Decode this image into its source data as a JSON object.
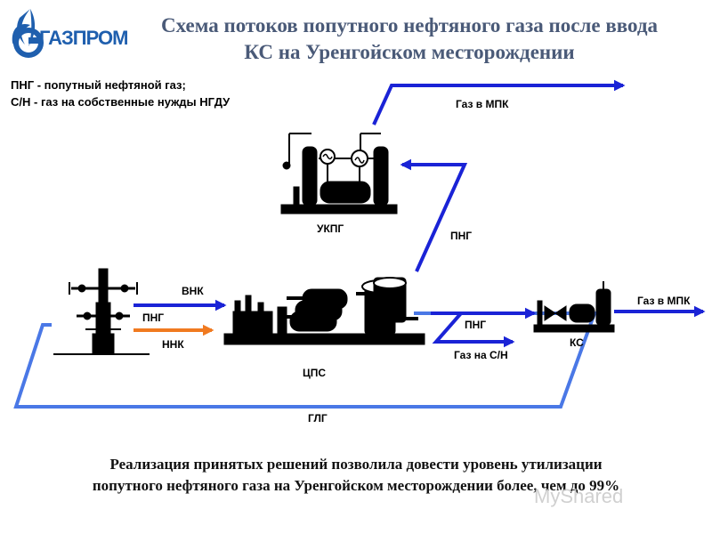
{
  "logo": {
    "text": "ГАЗПРОМ",
    "brand_color": "#1f5fae"
  },
  "title": {
    "line1": "Схема потоков попутного нефтяного газа после ввода",
    "line2": "КС на Уренгойском месторождении",
    "color": "#4a5a78"
  },
  "legend": {
    "line1": "ПНГ - попутный нефтяной газ;",
    "line2": "С/Н - газ на собственные нужды НГДУ"
  },
  "labels": {
    "gas_to_mpk_top": "Газ в МПК",
    "ukpg": "УКПГ",
    "png_riser": "ПНГ",
    "vnk": "ВНК",
    "png_well": "ПНГ",
    "nnk": "ННК",
    "cps": "ЦПС",
    "png_right": "ПНГ",
    "gas_to_sn": "Газ на С/Н",
    "ks": "КС",
    "gas_to_mpk_right": "Газ в МПК",
    "glg": "ГЛГ"
  },
  "footer": {
    "line1": "Реализация принятых решений позволила довести уровень утилизации",
    "line2": "попутного нефтяного газа на Уренгойском месторождении более, чем до 99%"
  },
  "watermark": "MyShared",
  "colors": {
    "flow": "#1a23d6",
    "loop": "#4a78e6",
    "oil_arrow": "#f07a20",
    "equipment": "#000000"
  }
}
